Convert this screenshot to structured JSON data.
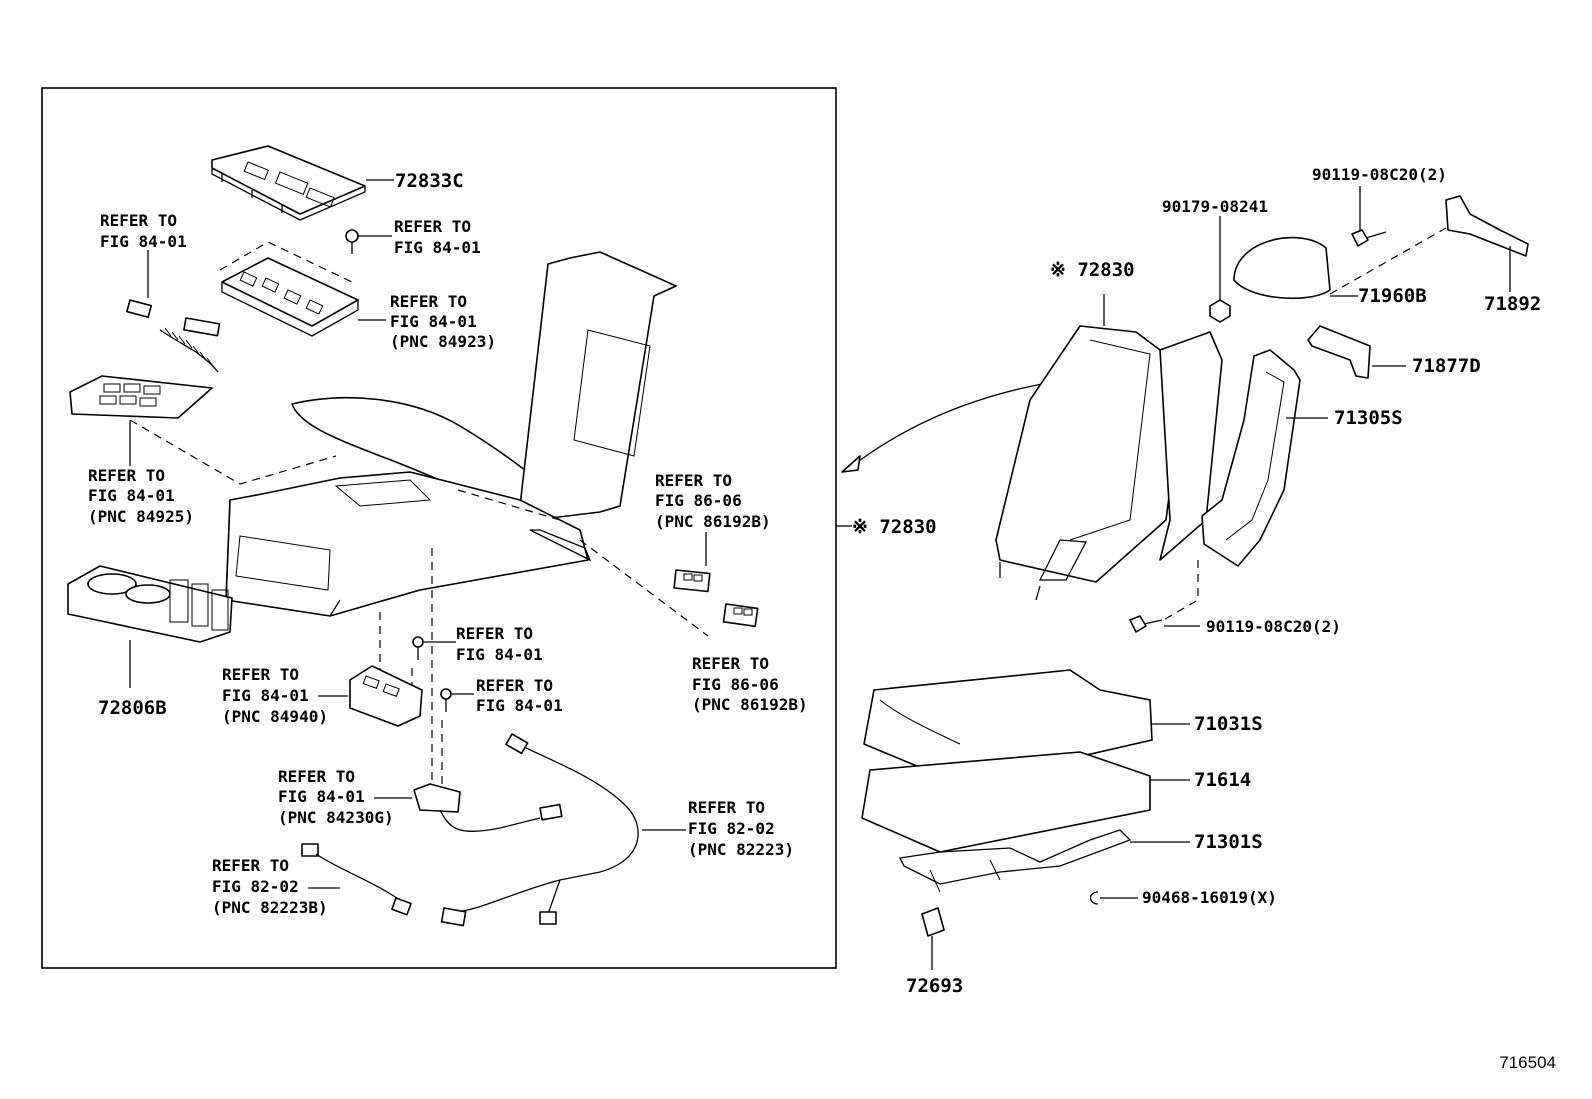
{
  "inner_box_label": "※ 72830",
  "parts": {
    "p72833C": "72833C",
    "p72806B": "72806B",
    "p72830_top": "※ 72830",
    "p90119_top": "90119-08C20(2)",
    "p90179": "90179-08241",
    "p71960B": "71960B",
    "p71892": "71892",
    "p71877D": "71877D",
    "p71305S": "71305S",
    "p90119_bottom": "90119-08C20(2)",
    "p71031S": "71031S",
    "p71614": "71614",
    "p71301S": "71301S",
    "p90468": "90468-16019(X)",
    "p72693": "72693"
  },
  "refs": {
    "r1": [
      "REFER TO",
      "FIG 84-01"
    ],
    "r2": [
      "REFER TO",
      "FIG 84-01"
    ],
    "r3": [
      "REFER TO",
      "FIG 84-01",
      "(PNC 84923)"
    ],
    "r4": [
      "REFER TO",
      "FIG 84-01",
      "(PNC 84925)"
    ],
    "r5": [
      "REFER TO",
      "FIG 86-06",
      "(PNC 86192B)"
    ],
    "r6": [
      "REFER TO",
      "FIG 84-01"
    ],
    "r7": [
      "REFER TO",
      "FIG 84-01",
      "(PNC 84940)"
    ],
    "r8": [
      "REFER TO",
      "FIG 84-01"
    ],
    "r9": [
      "REFER TO",
      "FIG 86-06",
      "(PNC 86192B)"
    ],
    "r10": [
      "REFER TO",
      "FIG 84-01",
      "(PNC 84230G)"
    ],
    "r11": [
      "REFER TO",
      "FIG 82-02",
      "(PNC 82223)"
    ],
    "r12": [
      "REFER TO",
      "FIG 82-02",
      "(PNC 82223B)"
    ]
  },
  "figure_id": "716504"
}
